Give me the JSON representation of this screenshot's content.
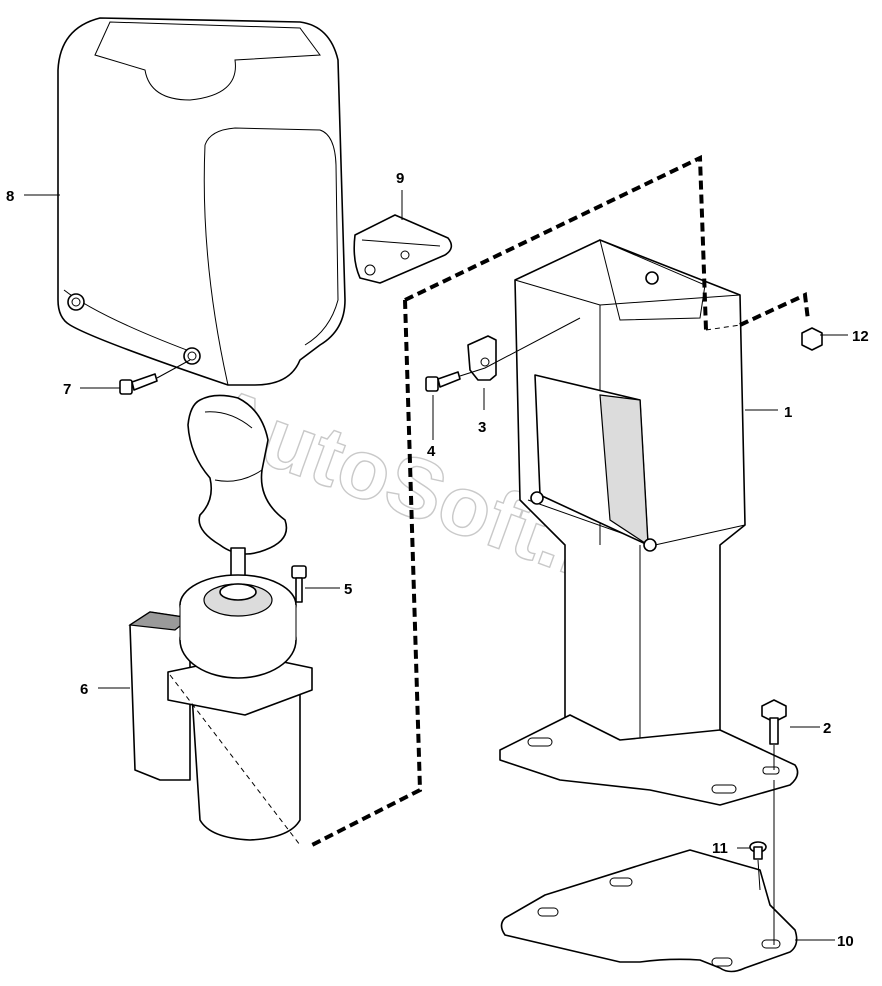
{
  "watermark": "AutoSoft.ru",
  "callouts": [
    {
      "id": "1",
      "label": "1"
    },
    {
      "id": "2",
      "label": "2"
    },
    {
      "id": "3",
      "label": "3"
    },
    {
      "id": "4",
      "label": "4"
    },
    {
      "id": "5",
      "label": "5"
    },
    {
      "id": "6",
      "label": "6"
    },
    {
      "id": "7",
      "label": "7"
    },
    {
      "id": "8",
      "label": "8"
    },
    {
      "id": "9",
      "label": "9"
    },
    {
      "id": "10",
      "label": "10"
    },
    {
      "id": "11",
      "label": "11"
    },
    {
      "id": "12",
      "label": "12"
    }
  ]
}
